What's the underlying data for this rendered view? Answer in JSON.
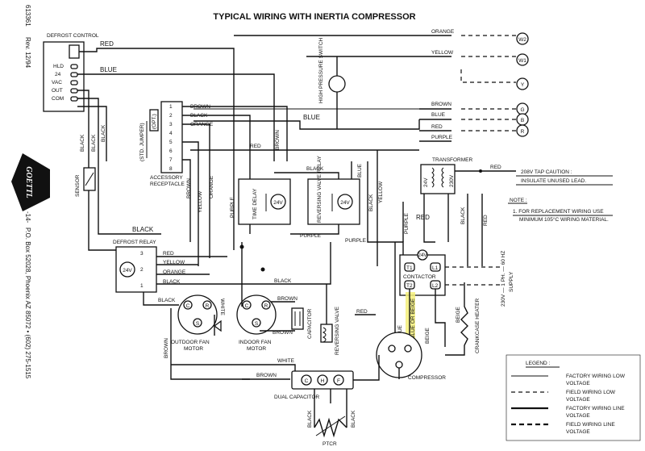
{
  "title": "TYPICAL WIRING WITH INERTIA COMPRESSOR",
  "side_doc": {
    "number": "613361",
    "rev": "Rev. 12/94",
    "page": "-14-",
    "logo_text": "GOETTL",
    "address": "P.O. Box 52028, Phoenix AZ 85072 • (602) 275-1515"
  },
  "defrost_control": {
    "label": "DEFROST CONTROL",
    "terminals": [
      "HLD",
      "24",
      "VAC",
      "OUT",
      "COM"
    ]
  },
  "wires": {
    "red": "RED",
    "blue": "BLUE",
    "black": "BLACK",
    "brown": "BROWN",
    "orange": "ORANGE",
    "yellow": "YELLOW",
    "purple": "PURPLE",
    "white": "WHITE",
    "beige": "BEIGE",
    "blue_or_beige": "BLUE OR BEIGE"
  },
  "thermostat_terminals": [
    "W2",
    "W1",
    "Y",
    "G",
    "B",
    "R"
  ],
  "accessory": {
    "label": "ACCESSORY RECEPTACLE",
    "pins": [
      "1",
      "2",
      "3",
      "4",
      "5",
      "6",
      "7",
      "8"
    ],
    "jumper": "(STD. JUMPER)",
    "opt": "(OPT.)"
  },
  "components": {
    "sensor": "SENSOR",
    "hps": "HIGH PRESSURE SWITCH",
    "time_delay": "TIME DELAY",
    "rev_relay": "REVERSING VALVE RELAY",
    "v24": "24V",
    "transformer": "TRANSFORMER",
    "v230": "230V",
    "defrost_relay": "DEFROST RELAY",
    "contactor": "CONTACTOR",
    "contactor_terms": [
      "T1",
      "L1",
      "T2",
      "L2"
    ],
    "outdoor_fan": "OUTDOOR FAN MOTOR",
    "indoor_fan": "INDOOR FAN MOTOR",
    "capacitor": "CAPACITOR",
    "rev_valve": "REVERSING VALVE",
    "compressor": "COMPRESSOR",
    "crankcase": "CRANKCASE HEATER",
    "dual_cap": "DUAL CAPACITOR",
    "ptcr": "PTCR",
    "motor_terms": [
      "C",
      "R",
      "S"
    ],
    "cap_terms": [
      "C",
      "H",
      "F"
    ]
  },
  "tap_caution": {
    "l1": "208V TAP CAUTION :",
    "l2": "INSULATE UNUSED LEAD."
  },
  "note": {
    "title": "NOTE :",
    "l1": "1. FOR REPLACEMENT WIRING USE",
    "l2": "MINIMUM 105°C WIRING MATERIAL."
  },
  "supply": {
    "l1": "230V — 1 PH. — 60 HZ",
    "l2": "SUPPLY"
  },
  "legend": {
    "title": "LEGEND :",
    "items": [
      {
        "l1": "FACTORY WIRING LOW",
        "l2": "VOLTAGE"
      },
      {
        "l1": "FIELD WIRING LOW",
        "l2": "VOLTAGE"
      },
      {
        "l1": "FACTORY WIRING LINE",
        "l2": "VOLTAGE"
      },
      {
        "l1": "FIELD WIRING LINE",
        "l2": "VOLTAGE"
      }
    ]
  }
}
